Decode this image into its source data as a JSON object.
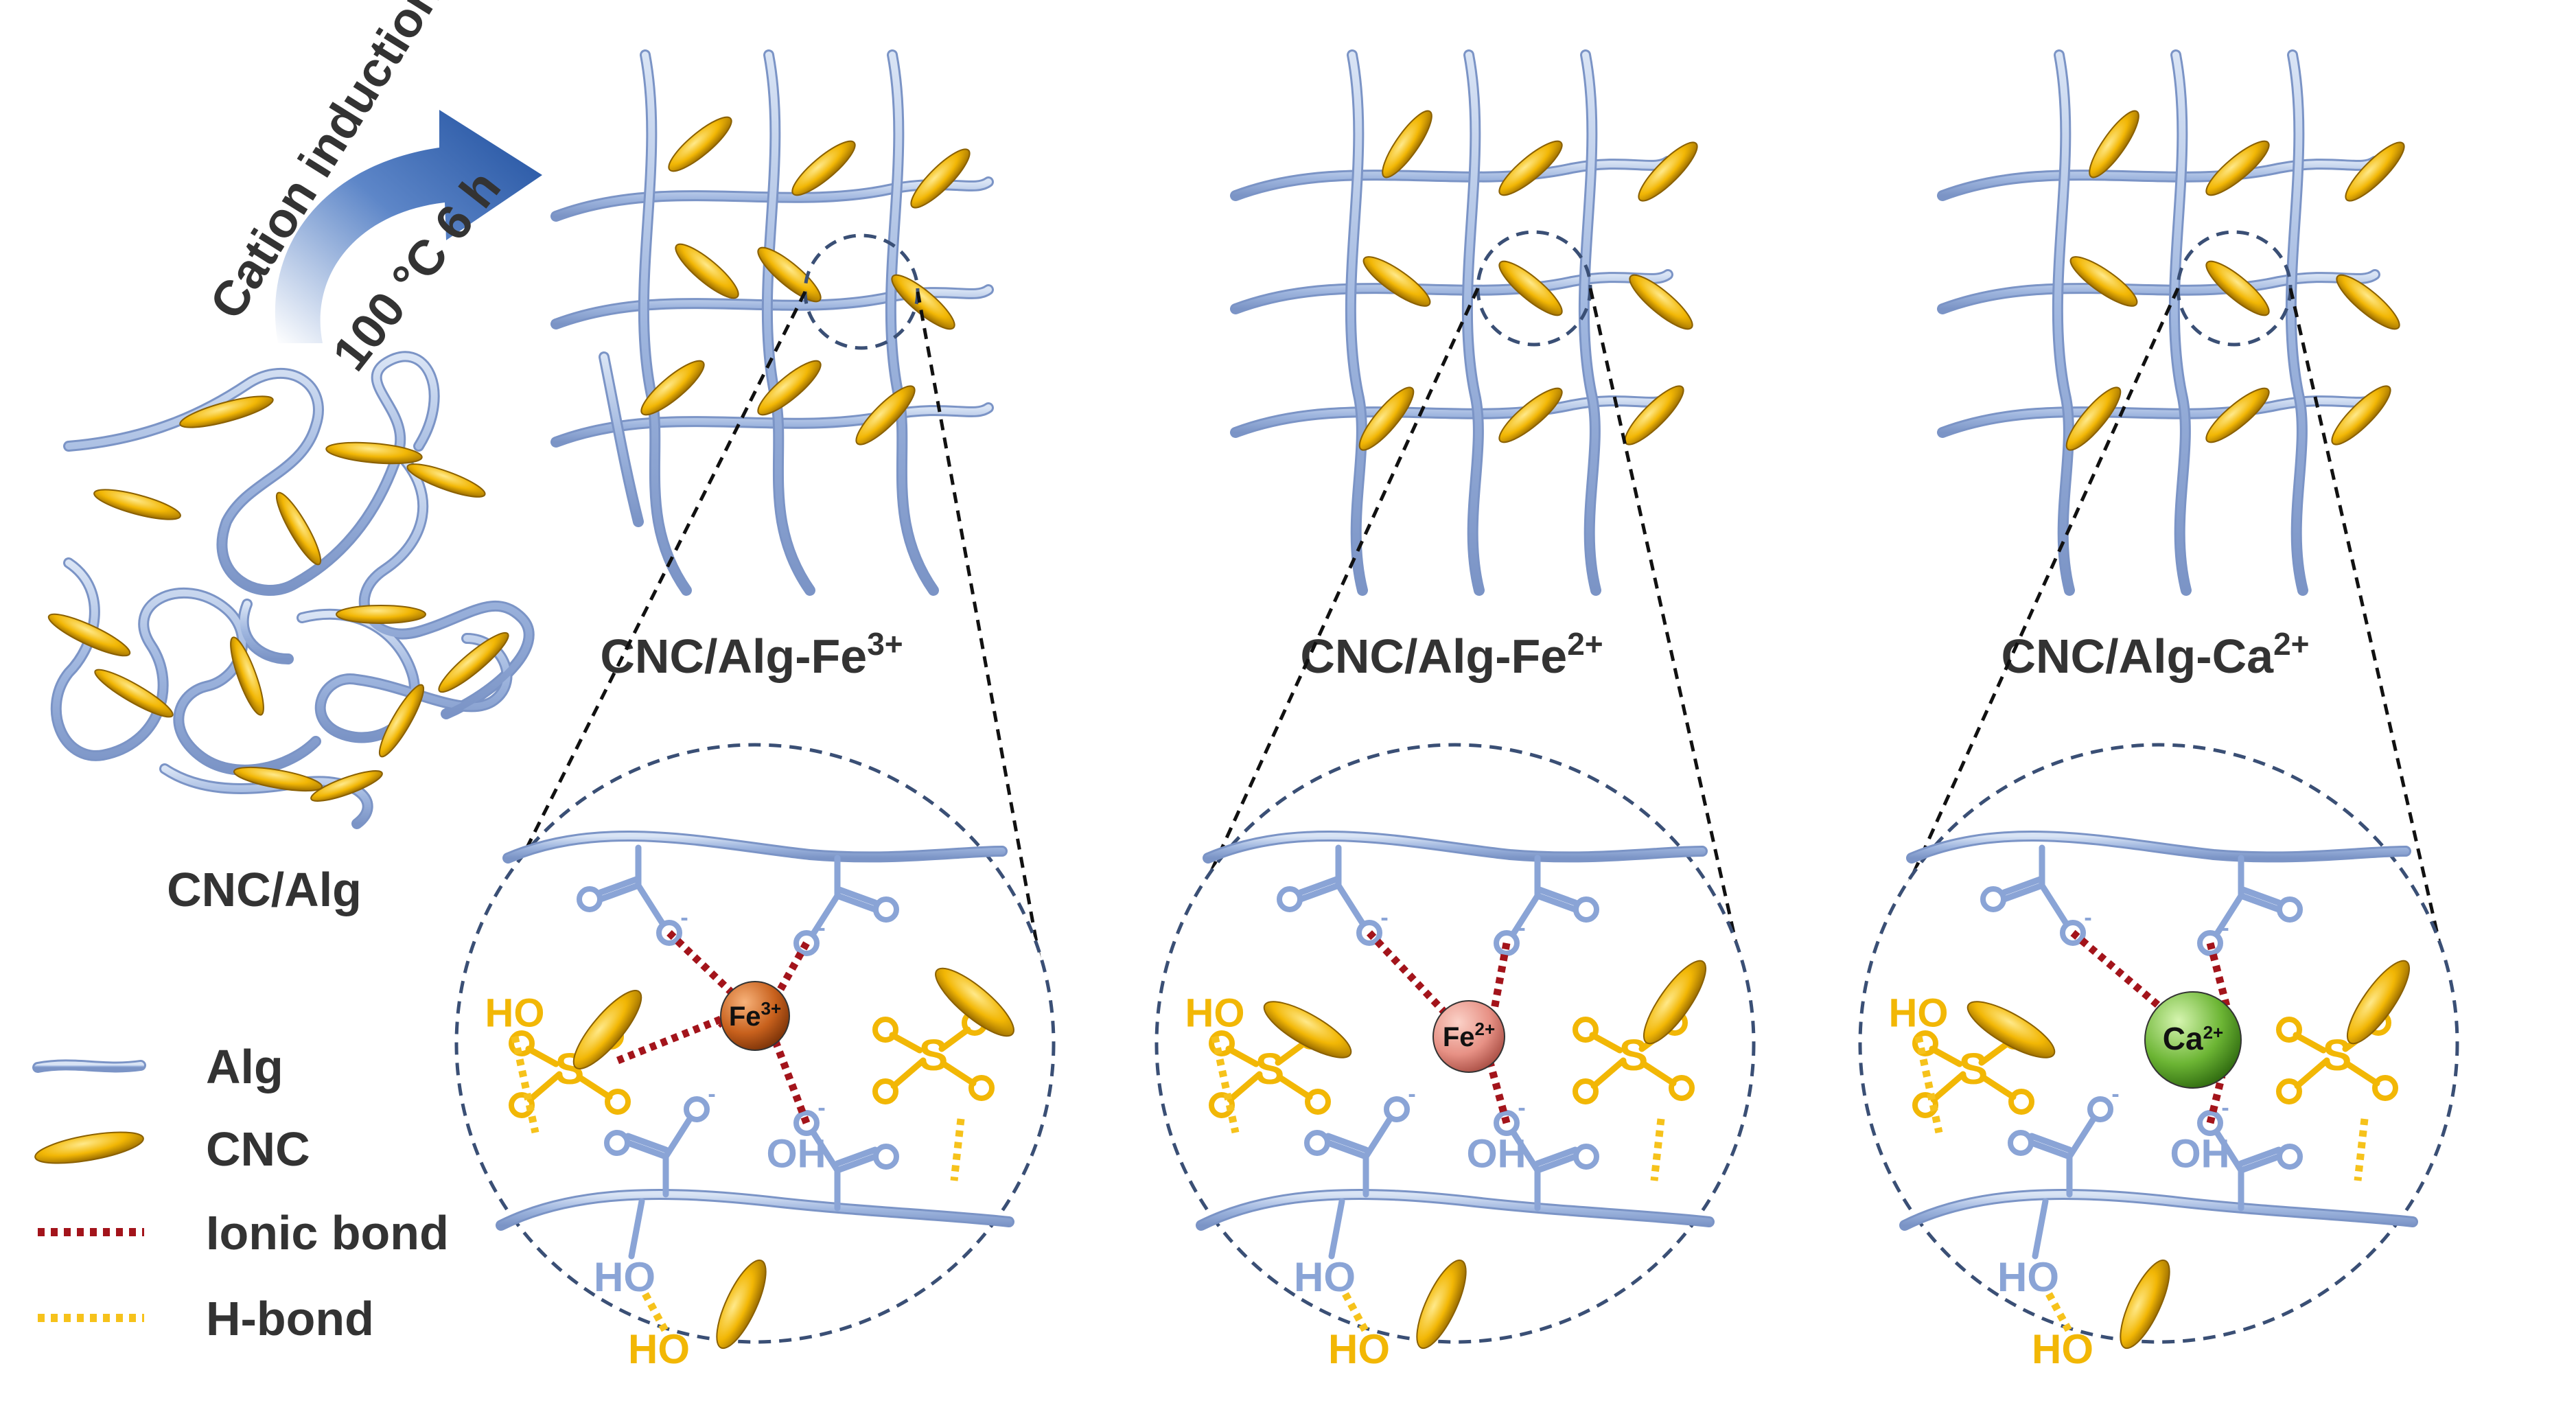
{
  "arrow": {
    "label_top": "Cation induction",
    "label_bottom": "100 °C  6 h"
  },
  "panels": {
    "start": {
      "label": "CNC/Alg"
    },
    "fe3": {
      "label_base": "CNC/Alg-Fe",
      "label_sup": "3+",
      "ion_base": "Fe",
      "ion_sup": "3+",
      "ion_color": "#c8611d"
    },
    "fe2": {
      "label_base": "CNC/Alg-Fe",
      "label_sup": "2+",
      "ion_base": "Fe",
      "ion_sup": "2+",
      "ion_color": "#e79185"
    },
    "ca2": {
      "label_base": "CNC/Alg-Ca",
      "label_sup": "2+",
      "ion_base": "Ca",
      "ion_sup": "2+",
      "ion_color": "#6cb534"
    }
  },
  "chem": {
    "hydroxyl_ho": "HO",
    "hydroxyl_oh": "OH",
    "hydroxyl_o": "O",
    "hydroxyl_h": "H",
    "sulfur": "S",
    "oxygen": "O",
    "charge_minus": "-"
  },
  "legend": {
    "items": [
      {
        "key": "alg",
        "label": "Alg"
      },
      {
        "key": "cnc",
        "label": "CNC"
      },
      {
        "key": "ionic",
        "label": "Ionic bond"
      },
      {
        "key": "hbond",
        "label": "H-bond"
      }
    ]
  },
  "colors": {
    "alg_strand": "#9fb6df",
    "cnc": "#f2b705",
    "ionic_bond": "#a3141b",
    "h_bond": "#f6c21b",
    "dashed_outline": "#3a4f75"
  }
}
